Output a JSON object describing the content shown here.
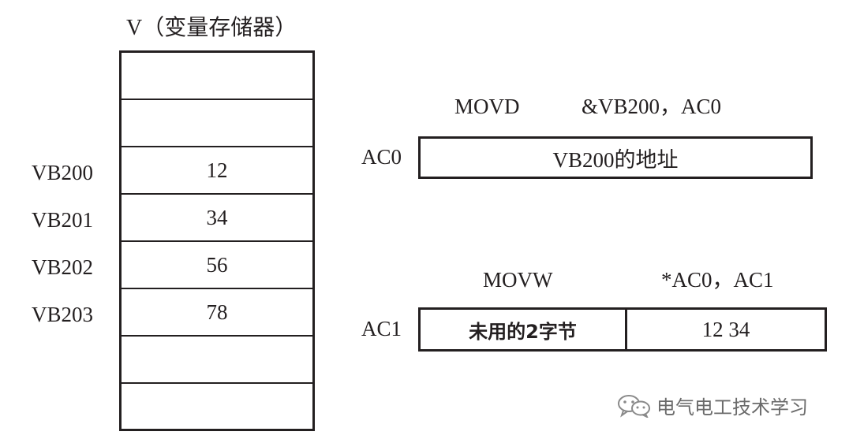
{
  "memory": {
    "title": "V（变量存储器）",
    "cells": [
      {
        "label": "",
        "value": ""
      },
      {
        "label": "",
        "value": ""
      },
      {
        "label": "VB200",
        "value": "12"
      },
      {
        "label": "VB201",
        "value": "34"
      },
      {
        "label": "VB202",
        "value": "56"
      },
      {
        "label": "VB203",
        "value": "78"
      },
      {
        "label": "",
        "value": ""
      },
      {
        "label": "",
        "value": ""
      }
    ]
  },
  "instr1": {
    "opcode": "MOVD",
    "operands": "&VB200，AC0"
  },
  "ac0": {
    "label": "AC0",
    "content": "VB200的地址"
  },
  "instr2": {
    "opcode": "MOVW",
    "operands": "*AC0，AC1"
  },
  "ac1": {
    "label": "AC1",
    "left": "未用的2字节",
    "right": "12 34"
  },
  "watermark": {
    "text": "电气电工技术学习",
    "icon": "wechat-icon"
  }
}
